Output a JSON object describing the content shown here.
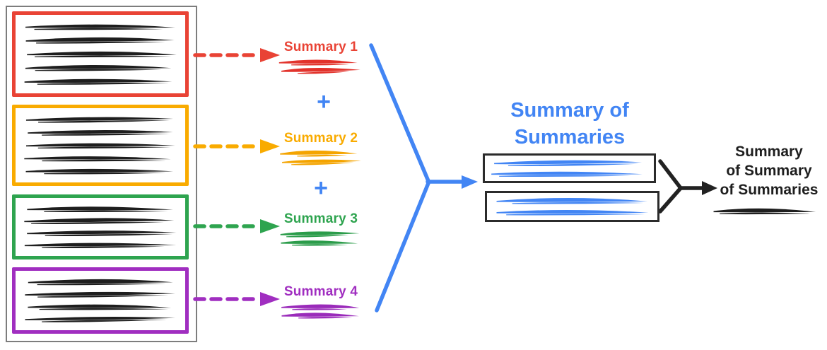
{
  "source_documents": [
    {
      "name": "document-1",
      "border_color": "#E94335",
      "text_scribble_lines": 5
    },
    {
      "name": "document-2",
      "border_color": "#F9AB00",
      "text_scribble_lines": 5
    },
    {
      "name": "document-3",
      "border_color": "#2EA44F",
      "text_scribble_lines": 4
    },
    {
      "name": "document-4",
      "border_color": "#A02EC0",
      "text_scribble_lines": 4
    }
  ],
  "summaries": [
    {
      "label": "Summary 1",
      "color": "#E94335"
    },
    {
      "label": "Summary 2",
      "color": "#F9AB00"
    },
    {
      "label": "Summary 3",
      "color": "#2EA44F"
    },
    {
      "label": "Summary 4",
      "color": "#A02EC0"
    }
  ],
  "plus_sign": "+",
  "intermediate": {
    "title": "Summary of Summaries",
    "title_lines": [
      "Summary of",
      "Summaries"
    ],
    "color": "#4285F4",
    "box_count": 2
  },
  "final": {
    "title": "Summary of Summary of Summaries",
    "title_lines": [
      "Summary",
      "of Summary",
      "of Summaries"
    ],
    "color": "#1e1e1e"
  }
}
